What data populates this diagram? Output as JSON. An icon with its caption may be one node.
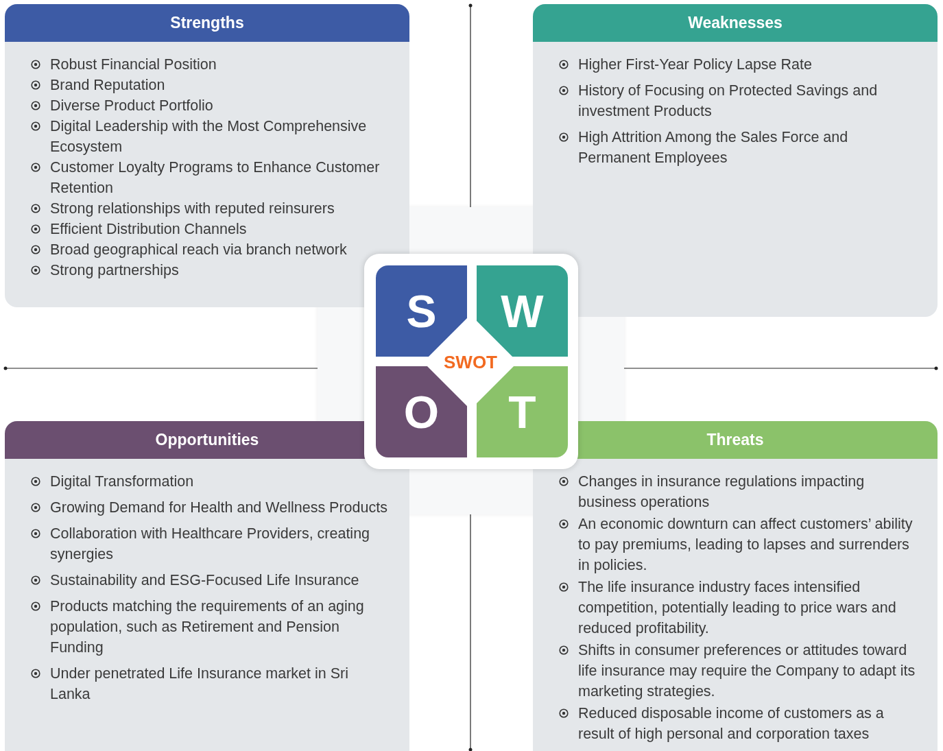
{
  "diagram": {
    "nodes": [
      {
        "text": [
          "Strengths",
          "Robust Financial Position",
          "Brand Reputation",
          "Diverse Product Portfolio",
          "Digital Leadership with the Most Comprehensive Ecosystem",
          "Customer Loyalty Programs to Enhance Customer Retention",
          "Strong relationships with reputed reinsurers",
          "Efficient Distribution Channels",
          "Broad geographical reach via branch network",
          "Strong partnerships"
        ]
      },
      {
        "text": [
          "Weaknesses",
          "Higher First-Year Policy Lapse Rate",
          "History of Focusing on Protected Savings and investment Products",
          "High Attrition Among the Sales Force and Permanent Employees"
        ]
      },
      {
        "text": [
          "S"
        ]
      },
      {
        "text": [
          "W"
        ]
      },
      {
        "text": [
          "SWOT"
        ]
      },
      {
        "text": [
          "O"
        ]
      },
      {
        "text": [
          "T"
        ]
      },
      {
        "text": [
          "Opportunities",
          "Digital Transformation",
          "Growing Demand for Health and Wellness Products",
          "Collaboration with Healthcare Providers, creating synergies",
          "Sustainability and ESG-Focused Life Insurance",
          "Products matching the requirements of an aging population, such as Retirement and Pension Funding",
          "Under penetrated Life Insurance market in Sri Lanka"
        ]
      },
      {
        "text": [
          "Threats",
          "Changes in insurance regulations impacting business operations",
          "An economic downturn can affect customers’ ability to pay premiums, leading to lapses and surrenders in policies.",
          "The life insurance industry faces intensified competition, potentially leading to price wars and reduced profitability.",
          "Shifts in consumer preferences or attitudes toward life insurance may require the Company to adapt its marketing strategies.",
          "Reduced disposable income of customers as a result of high personal and corporation taxes"
        ]
      }
    ]
  }
}
